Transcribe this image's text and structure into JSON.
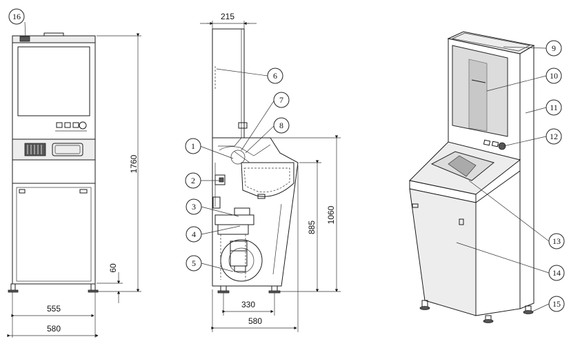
{
  "callouts": [
    "1",
    "2",
    "3",
    "4",
    "5",
    "6",
    "7",
    "8",
    "9",
    "10",
    "11",
    "12",
    "13",
    "14",
    "15",
    "16"
  ],
  "dimensions": {
    "front_width_inner": "555",
    "front_width_outer": "580",
    "total_height": "1760",
    "leg_height": "60",
    "side_top_depth": "215",
    "side_base_depth": "330",
    "side_total_depth": "580",
    "counter_height": "885",
    "side_height": "1060"
  }
}
